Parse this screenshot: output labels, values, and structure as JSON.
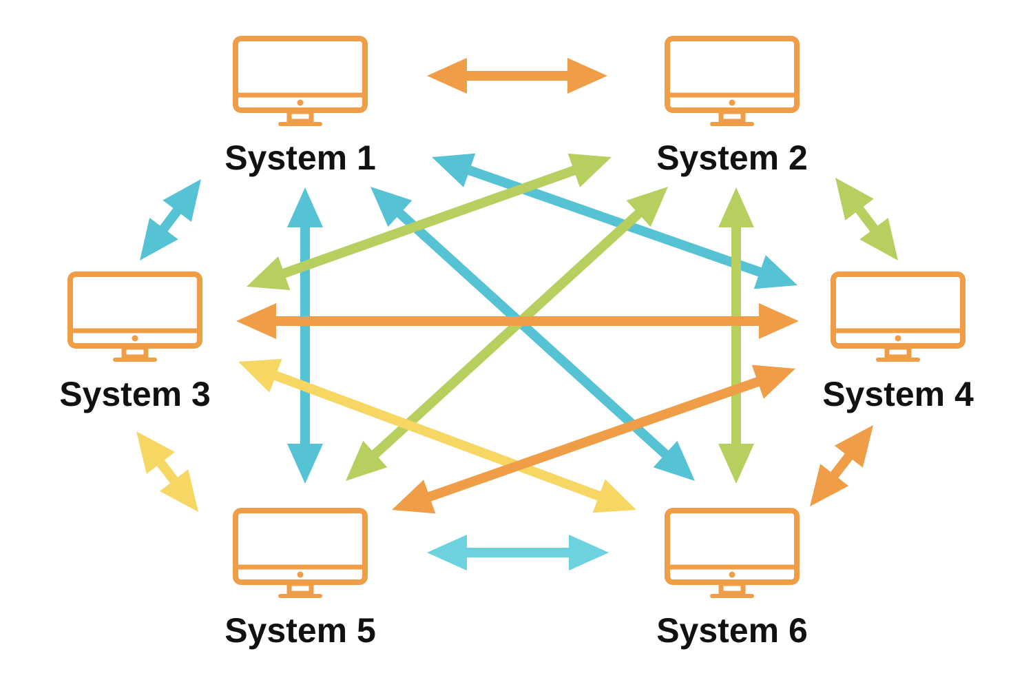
{
  "nodes": [
    {
      "id": "s1",
      "label": "System 1",
      "icon": "monitor-icon"
    },
    {
      "id": "s2",
      "label": "System 2",
      "icon": "monitor-icon"
    },
    {
      "id": "s3",
      "label": "System 3",
      "icon": "monitor-icon"
    },
    {
      "id": "s4",
      "label": "System 4",
      "icon": "monitor-icon"
    },
    {
      "id": "s5",
      "label": "System 5",
      "icon": "monitor-icon"
    },
    {
      "id": "s6",
      "label": "System 6",
      "icon": "monitor-icon"
    }
  ],
  "connections": [
    {
      "from": "s1",
      "to": "s2",
      "color": "#EF9E47",
      "bidirectional": true
    },
    {
      "from": "s1",
      "to": "s3",
      "color": "#56C3D5",
      "bidirectional": true
    },
    {
      "from": "s1",
      "to": "s5",
      "color": "#56C3D5",
      "bidirectional": true
    },
    {
      "from": "s1",
      "to": "s4",
      "color": "#56C3D5",
      "bidirectional": true
    },
    {
      "from": "s1",
      "to": "s6",
      "color": "#56C3D5",
      "bidirectional": true
    },
    {
      "from": "s2",
      "to": "s3",
      "color": "#B6CF5E",
      "bidirectional": true
    },
    {
      "from": "s2",
      "to": "s5",
      "color": "#B6CF5E",
      "bidirectional": true
    },
    {
      "from": "s2",
      "to": "s6",
      "color": "#B6CF5E",
      "bidirectional": true
    },
    {
      "from": "s2",
      "to": "s4",
      "color": "#B6CF5E",
      "bidirectional": true
    },
    {
      "from": "s3",
      "to": "s4",
      "color": "#EF9E47",
      "bidirectional": true
    },
    {
      "from": "s3",
      "to": "s6",
      "color": "#F7D764",
      "bidirectional": true
    },
    {
      "from": "s3",
      "to": "s5",
      "color": "#F7D764",
      "bidirectional": true
    },
    {
      "from": "s4",
      "to": "s5",
      "color": "#EF9E47",
      "bidirectional": true
    },
    {
      "from": "s4",
      "to": "s6",
      "color": "#EF9E47",
      "bidirectional": true
    },
    {
      "from": "s5",
      "to": "s6",
      "color": "#6DD2E0",
      "bidirectional": true
    }
  ],
  "colors": {
    "monitor": "#EF9E47",
    "label": "#111111"
  }
}
